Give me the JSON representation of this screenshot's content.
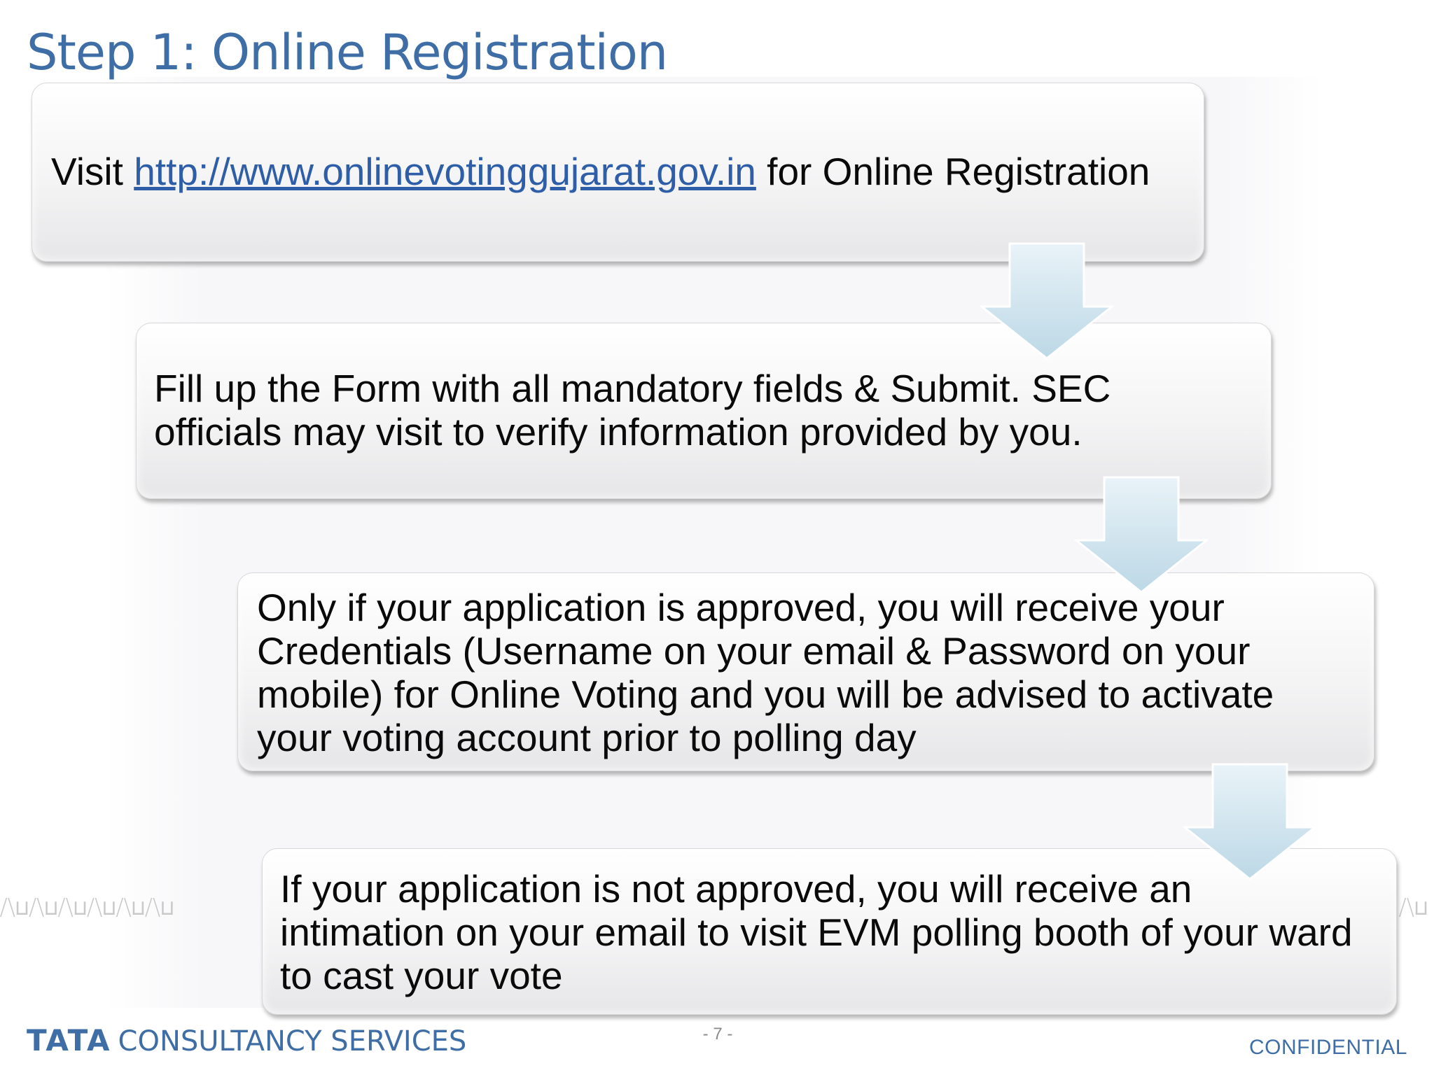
{
  "slide": {
    "title": "Step 1: Online Registration",
    "steps": [
      {
        "prefix": "Visit ",
        "link": "http://www.onlinevotinggujarat.gov.in",
        "suffix": " for Online Registration"
      },
      {
        "lines": [
          "Fill up the Form with all mandatory fields & Submit. SEC",
          "officials may visit to verify information provided by you."
        ]
      },
      {
        "lines": [
          "Only if your application is approved, you will receive your",
          "Credentials (Username on your email & Password on your",
          "mobile) for Online Voting and you will be advised to activate",
          "your voting account prior to polling day"
        ]
      },
      {
        "lines": [
          "If your application is not approved, you will receive an",
          "intimation on your email to visit EVM polling booth of your ward",
          "to cast your vote"
        ]
      }
    ],
    "arrow_icon": "down-arrow-icon"
  },
  "footer": {
    "brand_tata": "TATA",
    "brand_rest": "CONSULTANCY SERVICES",
    "page_number": "- 7 -",
    "confidential": "CONFIDENTIAL"
  },
  "colors": {
    "title": "#3f6ea7",
    "link": "#2e5ea8",
    "arrow": "#cfe3ee"
  }
}
